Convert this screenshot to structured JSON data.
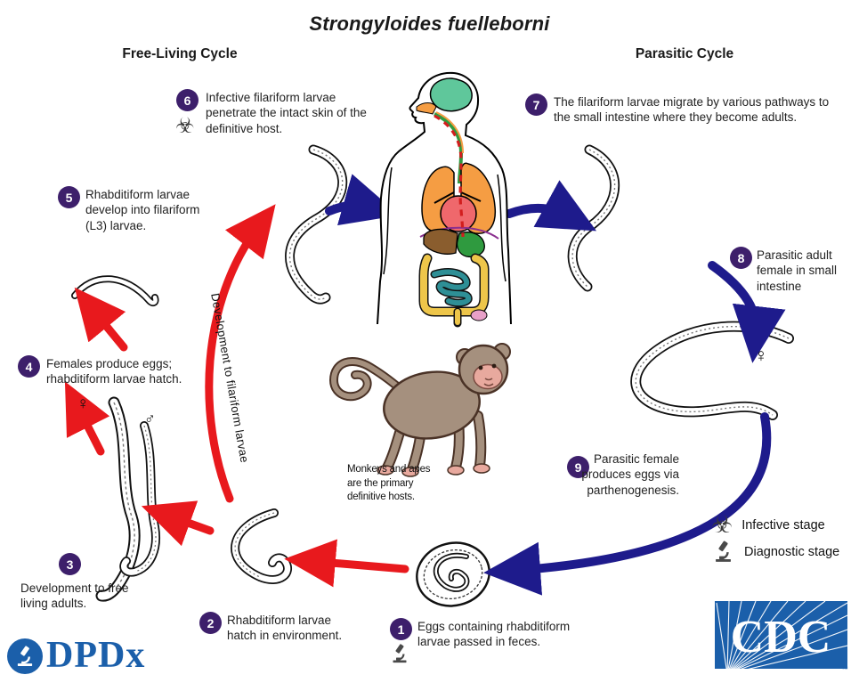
{
  "title": "Strongyloides fuelleborni",
  "headers": {
    "left": "Free-Living Cycle",
    "right": "Parasitic Cycle"
  },
  "steps": [
    {
      "num": "1",
      "text": "Eggs containing rhabditiform larvae passed in feces."
    },
    {
      "num": "2",
      "text": "Rhabditiform larvae hatch in environment."
    },
    {
      "num": "3",
      "text": "Development to free living adults."
    },
    {
      "num": "4",
      "text": "Females produce eggs; rhabditiform larvae hatch."
    },
    {
      "num": "5",
      "text": "Rhabditiform larvae develop into filariform (L3) larvae."
    },
    {
      "num": "6",
      "text": "Infective filariform larvae penetrate the intact skin of the definitive host."
    },
    {
      "num": "7",
      "text": "The filariform larvae migrate by various pathways to the small intestine where they become adults."
    },
    {
      "num": "8",
      "text": "Parasitic adult female in small intestine"
    },
    {
      "num": "9",
      "text": "Parasitic female produces eggs via parthenogenesis."
    }
  ],
  "arrow_label": "Development  to filariform larvae",
  "monkey_caption": "Monkeys and apes are the primary definitive hosts.",
  "legend": [
    {
      "icon": "biohazard-icon",
      "label": "Infective stage"
    },
    {
      "icon": "microscope-icon",
      "label": "Diagnostic stage"
    }
  ],
  "symbols": {
    "female": "♀",
    "male": "♂",
    "biohazard": "☣"
  },
  "logos": {
    "cdc": "CDC",
    "cdc_tm": "™",
    "dpdx": "DPDx"
  },
  "colors": {
    "red": "#e8191d",
    "blue": "#1e1b8c",
    "purple": "#3d1f6b",
    "cdcblue": "#1b5faa"
  }
}
